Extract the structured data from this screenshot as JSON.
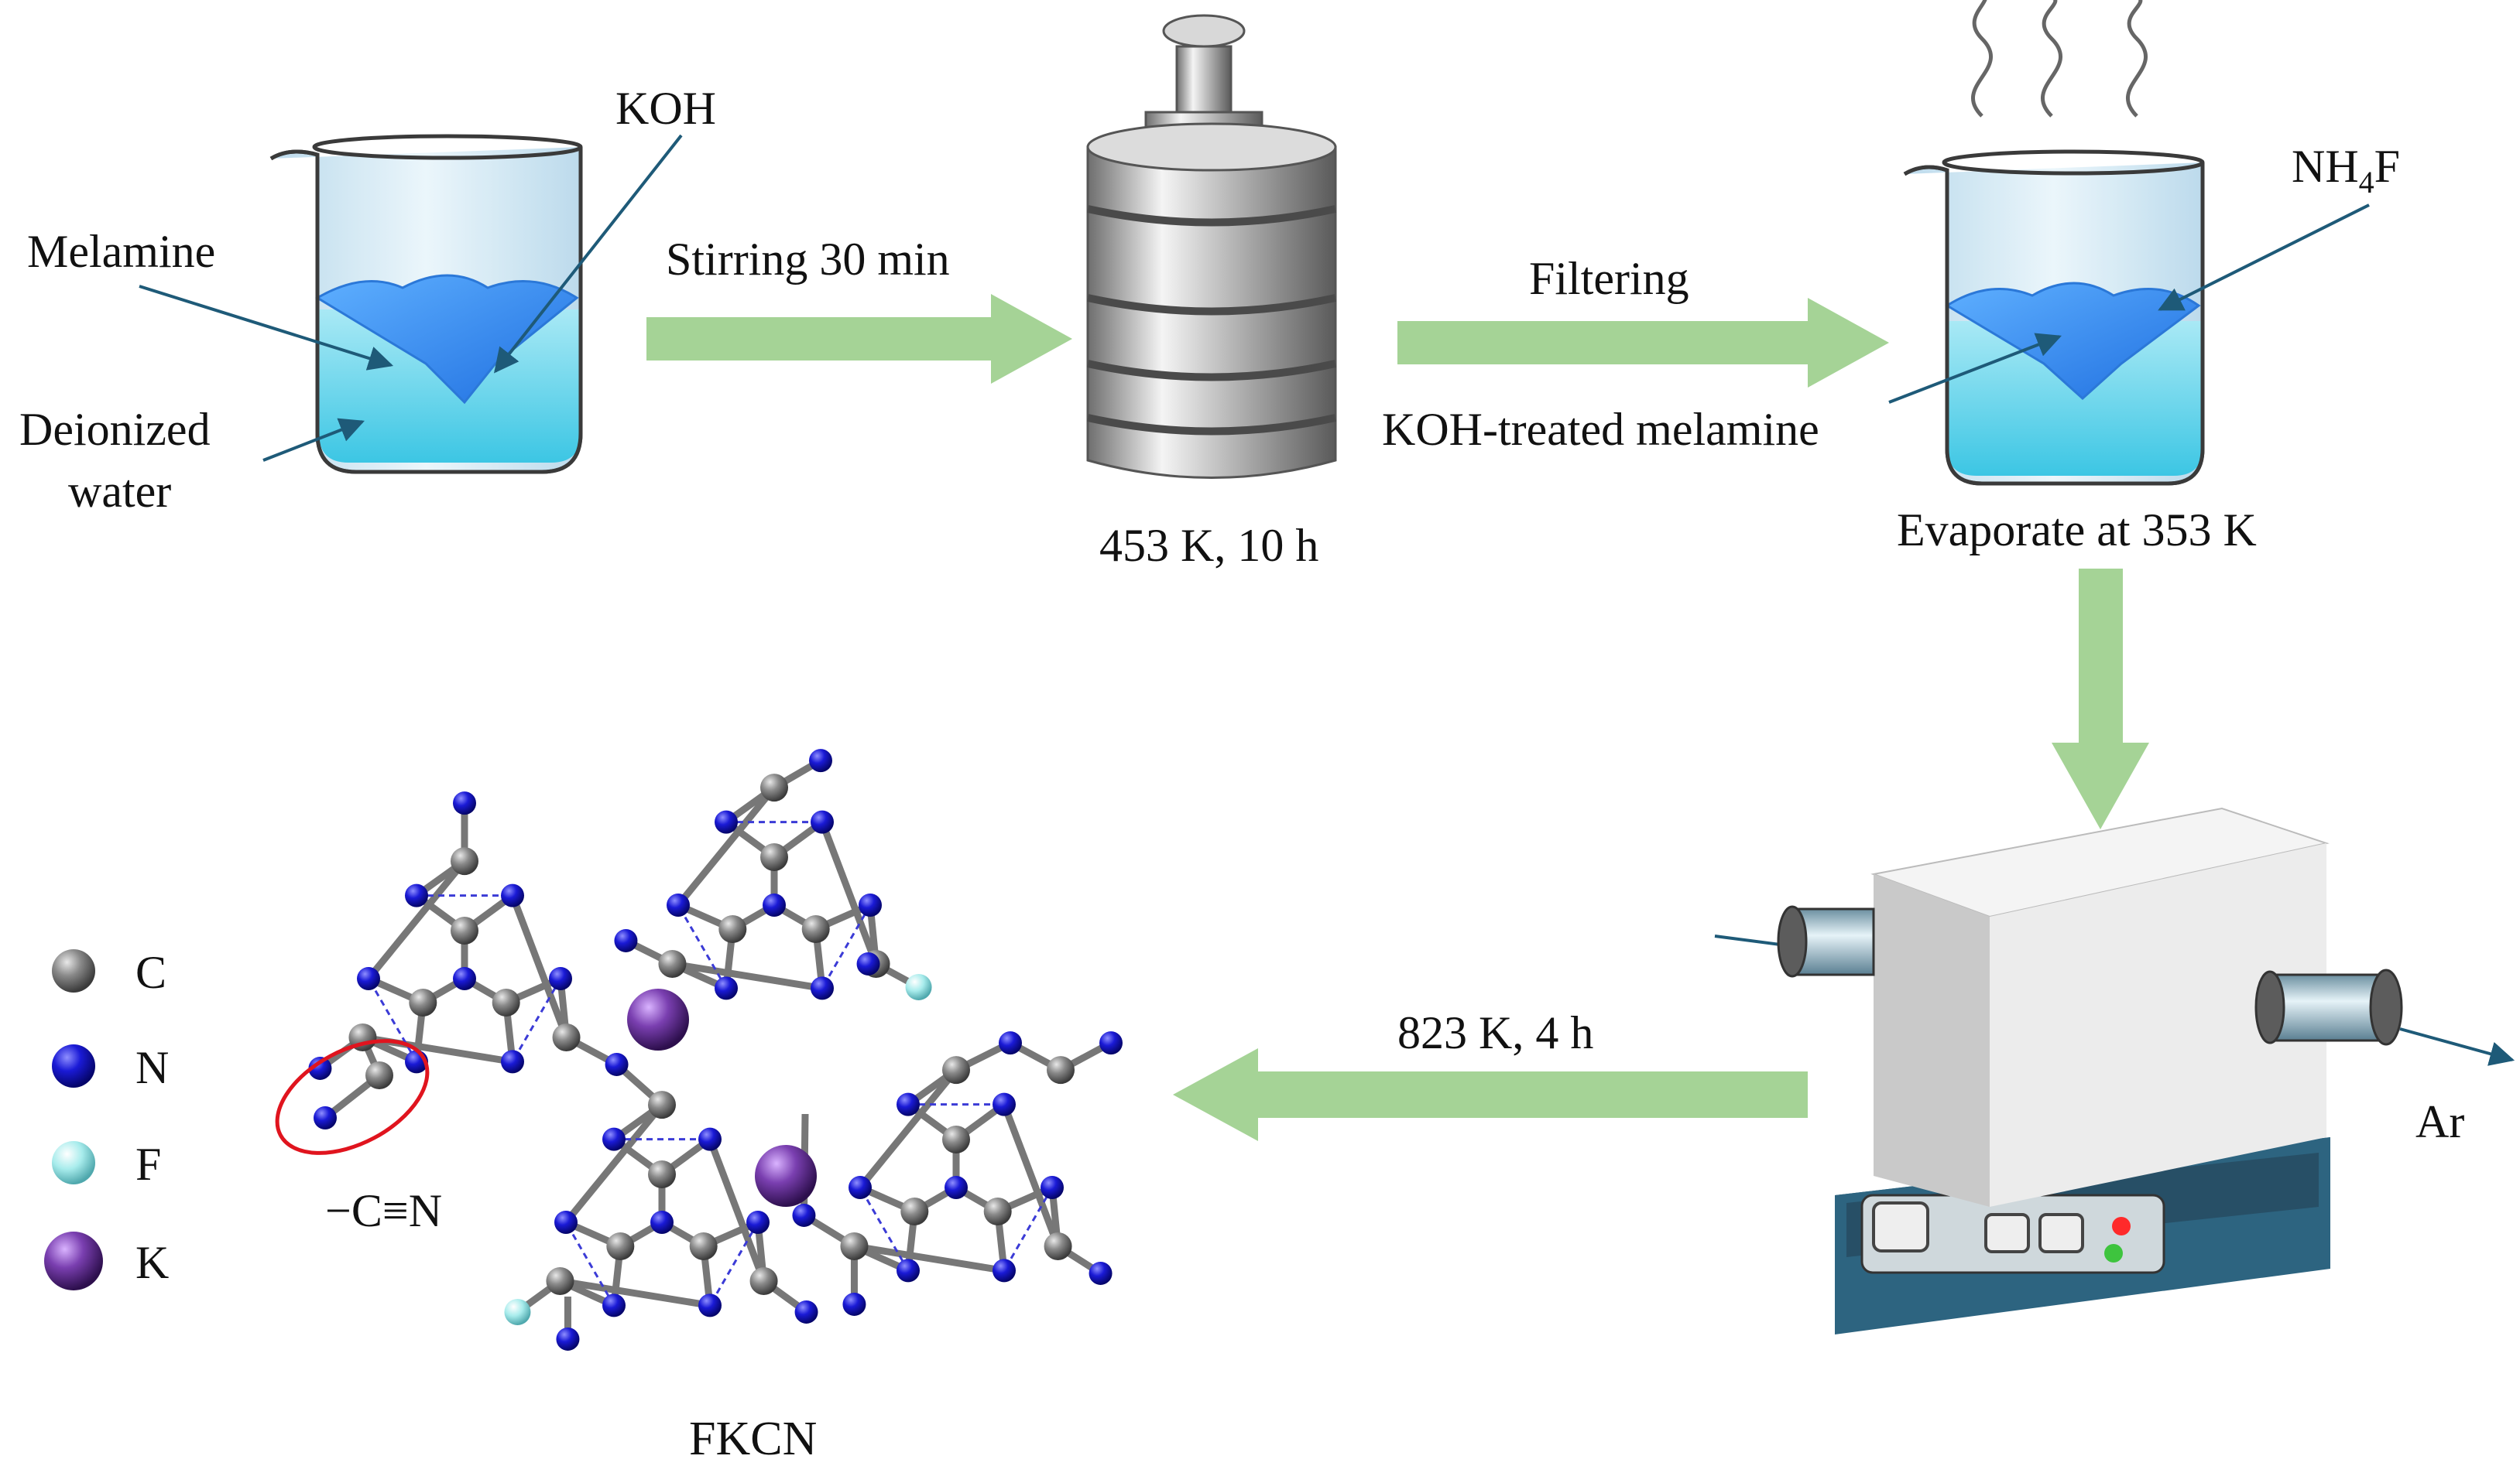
{
  "step1": {
    "melamine_label": "Melamine",
    "koh_label": "KOH",
    "deionized_label_line1": "Deionized",
    "deionized_label_line2": "water"
  },
  "arrow_labels": {
    "stirring": "Stirring 30 min",
    "filtering": "Filtering",
    "heating": "823 K, 4 h"
  },
  "autoclave": {
    "condition": "453 K, 10 h"
  },
  "step3": {
    "treated_label": "KOH-treated melamine",
    "nh4f_main": "NH",
    "nh4f_sub": "4",
    "nh4f_tail": "F",
    "evaporate": "Evaporate at 353 K"
  },
  "furnace": {
    "gas_label": "Ar"
  },
  "product": {
    "name": "FKCN",
    "cyano_label": "−C≡N"
  },
  "legend": [
    {
      "symbol": "C",
      "color": "#6e6e6e"
    },
    {
      "symbol": "N",
      "color": "#1a1ad6"
    },
    {
      "symbol": "F",
      "color": "#a8ecec"
    },
    {
      "symbol": "K",
      "color": "#7a3fb0"
    }
  ],
  "colors": {
    "arrow": "#a5d396",
    "carbon": "#6e6e6e",
    "nitrogen": "#1a1ad6",
    "fluorine": "#a8ecec",
    "potassium": "#7a3fb0",
    "highlight": "#e0141e",
    "pointer": "#1e5a78"
  }
}
